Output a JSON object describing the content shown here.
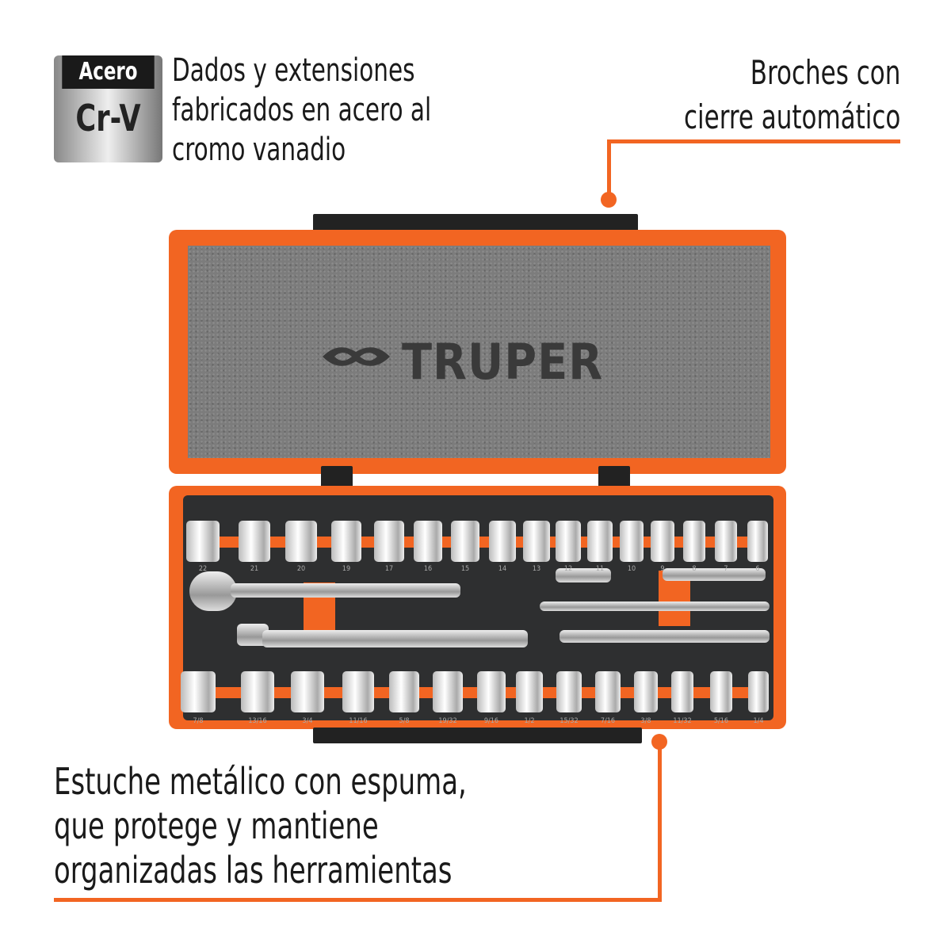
{
  "badge": {
    "top": "Acero",
    "main": "Cr-V"
  },
  "feature_material": [
    "Dados y extensiones",
    "fabricados en acero al",
    "cromo vanadio"
  ],
  "feature_clasps": [
    "Broches con",
    "cierre automático"
  ],
  "feature_case": [
    "Estuche metálico con espuma,",
    "que protege y mantiene",
    "organizadas las herramientas"
  ],
  "brand": "TRUPER",
  "metric_sizes": [
    "22",
    "21",
    "20",
    "19",
    "17",
    "16",
    "15",
    "14",
    "13",
    "12",
    "11",
    "10",
    "9",
    "8",
    "7",
    "6"
  ],
  "imperial_sizes": [
    "7/8",
    "13/16",
    "3/4",
    "11/16",
    "5/8",
    "19/32",
    "9/16",
    "1/2",
    "15/32",
    "7/16",
    "3/8",
    "11/32",
    "5/16",
    "1/4"
  ],
  "colors": {
    "accent": "#f26522",
    "foam": "#7c7c7c",
    "tray": "#2e2f30"
  }
}
